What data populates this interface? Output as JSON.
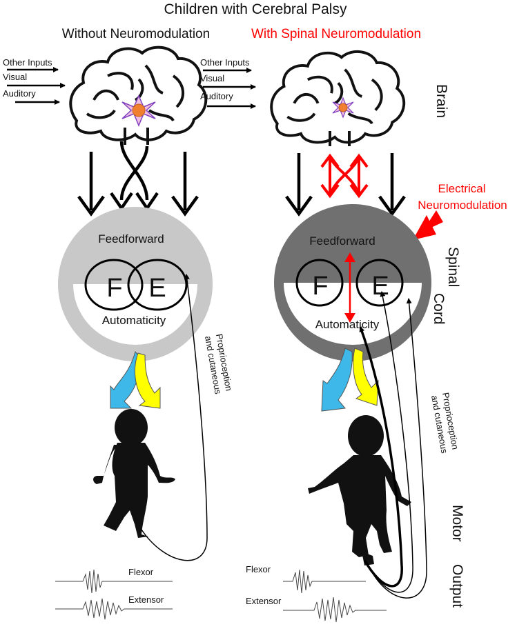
{
  "title": "Children with Cerebral Palsy",
  "left_panel": {
    "heading": "Without Neuromodulation",
    "inputs": [
      "Other Inputs",
      "Visual",
      "Auditory"
    ],
    "cord_top_label": "Feedforward",
    "cord_bottom_label": "Automaticity",
    "flexor_letter": "F",
    "extensor_letter": "E",
    "feedback_label": [
      "Proprioception",
      "and cutaneous"
    ],
    "emg_labels": [
      "Flexor",
      "Extensor"
    ]
  },
  "right_panel": {
    "heading": "With Spinal Neuromodulation",
    "inputs": [
      "Other Inputs",
      "Visual",
      "Auditory"
    ],
    "stim_label": [
      "Electrical",
      "Neuromodulation"
    ],
    "cord_top_label": "Feedforward",
    "cord_bottom_label": "Automaticity",
    "flexor_letter": "F",
    "extensor_letter": "E",
    "feedback_label": [
      "Proprioception",
      "and cutaneous"
    ],
    "emg_labels": [
      "Flexor",
      "Extensor"
    ]
  },
  "side_labels": {
    "brain": "Brain",
    "spinal_cord": [
      "Spinal",
      "Cord"
    ],
    "motor_output": [
      "Motor",
      "Output"
    ]
  },
  "colors": {
    "stim_red": "#ff0000",
    "cord_light": "#c0c0c0",
    "cord_dark": "#707070",
    "flexor_arrow": "#3db8e8",
    "extensor_arrow": "#ffff00",
    "neuron_core": "#f08030",
    "neuron_rays": "#8040c0"
  }
}
